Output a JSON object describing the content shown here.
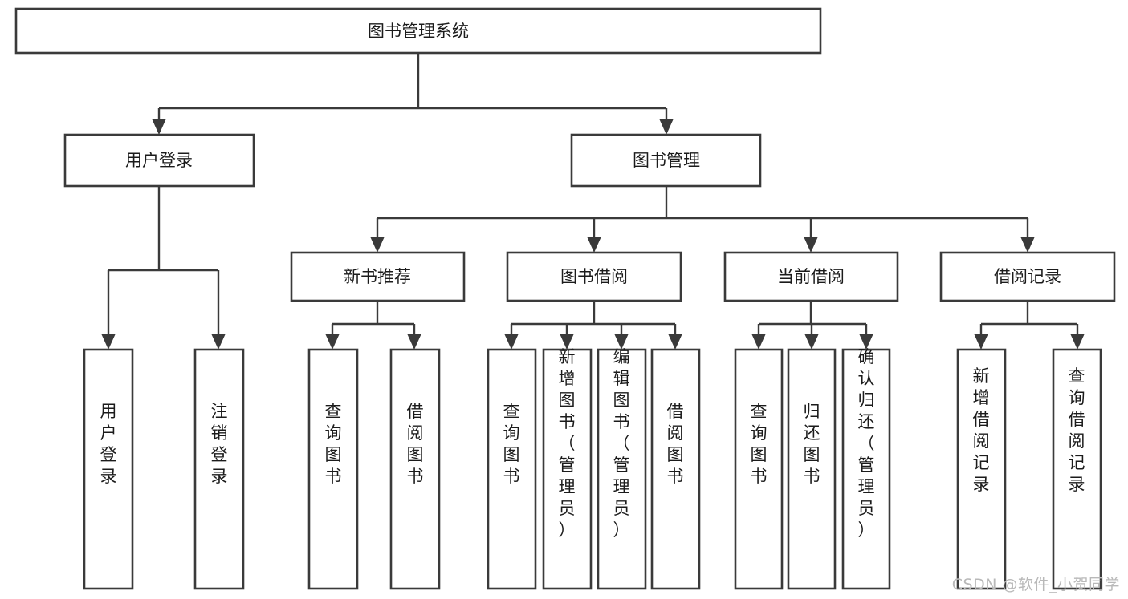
{
  "diagram": {
    "type": "tree",
    "title": "图书管理系统",
    "watermark": "CSDN @软件_小贺同学",
    "colors": {
      "box_stroke": "#3a3a3a",
      "box_fill": "#ffffff",
      "text": "#1b1b1b",
      "connector": "#3a3a3a",
      "watermark": "#b9b9b9",
      "background": "#ffffff"
    },
    "levels": {
      "root": {
        "label": "图书管理系统"
      },
      "level2": [
        {
          "label": "用户登录"
        },
        {
          "label": "图书管理"
        }
      ],
      "level3": [
        {
          "label": "新书推荐"
        },
        {
          "label": "图书借阅"
        },
        {
          "label": "当前借阅"
        },
        {
          "label": "借阅记录"
        }
      ],
      "leaves": {
        "user_login": [
          {
            "label": "用户登录"
          },
          {
            "label": "注销登录"
          }
        ],
        "new_book_recommend": [
          {
            "label": "查询图书"
          },
          {
            "label": "借阅图书"
          }
        ],
        "book_borrow": [
          {
            "label": "查询图书"
          },
          {
            "label": "新增图书（管理员）"
          },
          {
            "label": "编辑图书（管理员）"
          },
          {
            "label": "借阅图书"
          }
        ],
        "current_borrow": [
          {
            "label": "查询图书"
          },
          {
            "label": "归还图书"
          },
          {
            "label": "确认归还（管理员）"
          }
        ],
        "borrow_record": [
          {
            "label": "新增借阅记录"
          },
          {
            "label": "查询借阅记录"
          }
        ]
      }
    }
  }
}
